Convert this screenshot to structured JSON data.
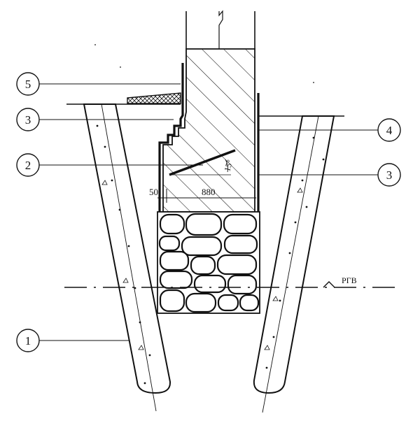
{
  "callouts": {
    "c1": "1",
    "c2": "2",
    "c3_left": "3",
    "c3_right": "3",
    "c4": "4",
    "c5": "5"
  },
  "dimensions": {
    "offset": "50",
    "width": "880",
    "angle": "15°"
  },
  "water_level_label": "РГВ",
  "colors": {
    "line": "#111111",
    "background": "#ffffff"
  }
}
